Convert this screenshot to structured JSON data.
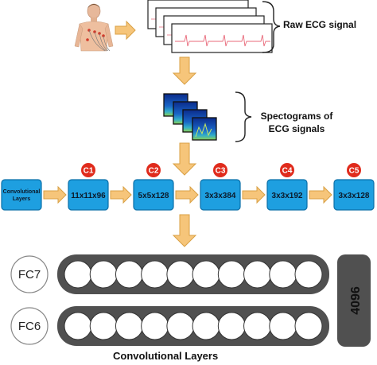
{
  "labels": {
    "raw_signal": "Raw ECG signal",
    "spectrograms": "Spectograms of ECG signals",
    "bottom_caption": "Convolutional Layers"
  },
  "input_block": {
    "label": "Convolutional Layers"
  },
  "conv_layers": [
    {
      "badge": "C1",
      "dims": "11x11x96"
    },
    {
      "badge": "C2",
      "dims": "5x5x128"
    },
    {
      "badge": "C3",
      "dims": "3x3x384"
    },
    {
      "badge": "C4",
      "dims": "3x3x192"
    },
    {
      "badge": "C5",
      "dims": "3x3x128"
    }
  ],
  "fc_layers": [
    {
      "name": "FC7",
      "nodes": 10
    },
    {
      "name": "FC6",
      "nodes": 10
    }
  ],
  "fc_size": "4096",
  "colors": {
    "arrow": "#f6c57a",
    "arrow_stroke": "#d9a044",
    "block": "#1e9fe0",
    "block_stroke": "#0b6fa8",
    "badge": "#e02b1c",
    "fc_bar": "#505050"
  }
}
